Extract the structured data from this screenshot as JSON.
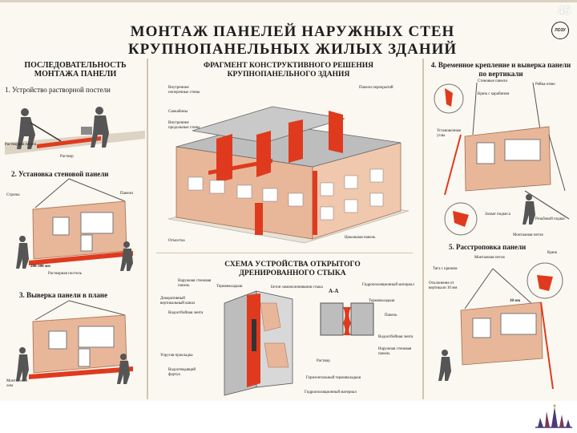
{
  "page": {
    "number": "45",
    "stamp": "ЛОЗУ"
  },
  "title": {
    "line1": "МОНТАЖ ПАНЕЛЕЙ НАРУЖНЫХ СТЕН",
    "line2": "КРУПНОПАНЕЛЬНЫХ ЖИЛЫХ ЗДАНИЙ"
  },
  "left": {
    "heading": "ПОСЛЕДОВАТЕЛЬНОСТЬ МОНТАЖА ПАНЕЛИ",
    "step1": "1. Устройство растворной постели",
    "step1_labels": [
      "Растворная лопата",
      "Раствор"
    ],
    "step2": "2. Установка стеновой панели",
    "step2_labels": [
      "Стропы",
      "Панели",
      "200-300 мм",
      "Растворная постель"
    ],
    "step3": "3. Выверка панели в плане",
    "step3_labels": [
      "Монтажный лом"
    ]
  },
  "center": {
    "heading": "ФРАГМЕНТ КОНСТРУКТИВНОГО РЕШЕНИЯ КРУПНОПАНЕЛЬНОГО ЗДАНИЯ",
    "labels": [
      "Внутренние поперечные стены",
      "Панели перекрытий",
      "Санкабины",
      "Внутренние продольные стены",
      "Цокольная панель",
      "Отмостка"
    ]
  },
  "scheme": {
    "heading": "СХЕМА УСТРОЙСТВА ОТКРЫТОГО ДРЕНИРОВАННОГО СТЫКА",
    "labels_left": [
      "Наружная стеновая панель",
      "Термовкладыш",
      "Декоративный вертикальный канал",
      "Водоотбойная лента",
      "Упругая прокладка",
      "Водоотводящий фартук"
    ],
    "labels_top": [
      "Бетон замоноличивания стыка",
      "Гидроизоляционный материал"
    ],
    "section": "А-А",
    "labels_right": [
      "Термовкладыш",
      "Панель",
      "Водоотбойная лента",
      "Наружная стеновая панель"
    ],
    "labels_bottom": [
      "Раствор",
      "Горизонтальный термовкладыш",
      "Гидроизоляционный материал"
    ]
  },
  "right": {
    "step4": "4. Временное крепление и выверка панели по вертикали",
    "step4_labels": [
      "Стеновые панели",
      "Рейка-отвес",
      "Крюк с карабином",
      "Установочные узлы",
      "Захват подкоса",
      "Резьбовой подкос",
      "Монтажная петля"
    ],
    "step5": "5. Расстроповка панели",
    "step5_labels": [
      "Крюк",
      "Монтажная петля",
      "Тяга с крюком",
      "Отклонение от вертикали 10 мм",
      "10 мм"
    ]
  },
  "colors": {
    "panel": "#e8b79a",
    "red": "#e03a1e",
    "accent": "#d7452a"
  }
}
